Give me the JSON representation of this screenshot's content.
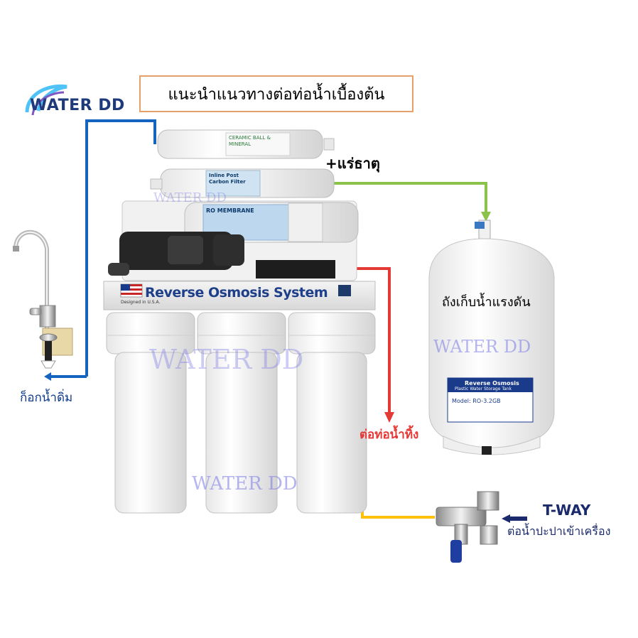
{
  "brand": {
    "logo_text": "WATER DD"
  },
  "title": "แนะนำแนวทางต่อท่อน้ำเบื้องต้น",
  "labels": {
    "mineral": "+แร่ธาตุ",
    "tank": "ถังเก็บน้ำแรงดัน",
    "faucet": "ก็อกน้ำดิ่ม",
    "drain": "ต่อท่อน้ำทิ้ง",
    "tway_title": "T-WAY",
    "tway_desc": "ต่อน้ำปะปาเข้าเครื่อง"
  },
  "unit": {
    "banner": "Reverse Osmosis System",
    "small_label": "Designed in U.S.A.",
    "filter_labels": [
      "Inline Post Carbon Filter",
      "CERAMIC BALL & MINERAL",
      "RO MEMBRANE"
    ]
  },
  "tank_sticker": {
    "title": "Reverse Osmosis",
    "subtitle": "Plastic Water Storage Tank",
    "model": "Model: RO-3.2GB"
  },
  "watermarks": [
    "WATER DD",
    "WATER DD",
    "WATER DD",
    "WATER DD"
  ],
  "colors": {
    "feed_line": "#1565c0",
    "output_line": "#8bc34a",
    "drain_line": "#e53935",
    "inlet_line": "#ffc107",
    "title_border": "#e8a06a",
    "tway_text": "#1a2a6c"
  }
}
